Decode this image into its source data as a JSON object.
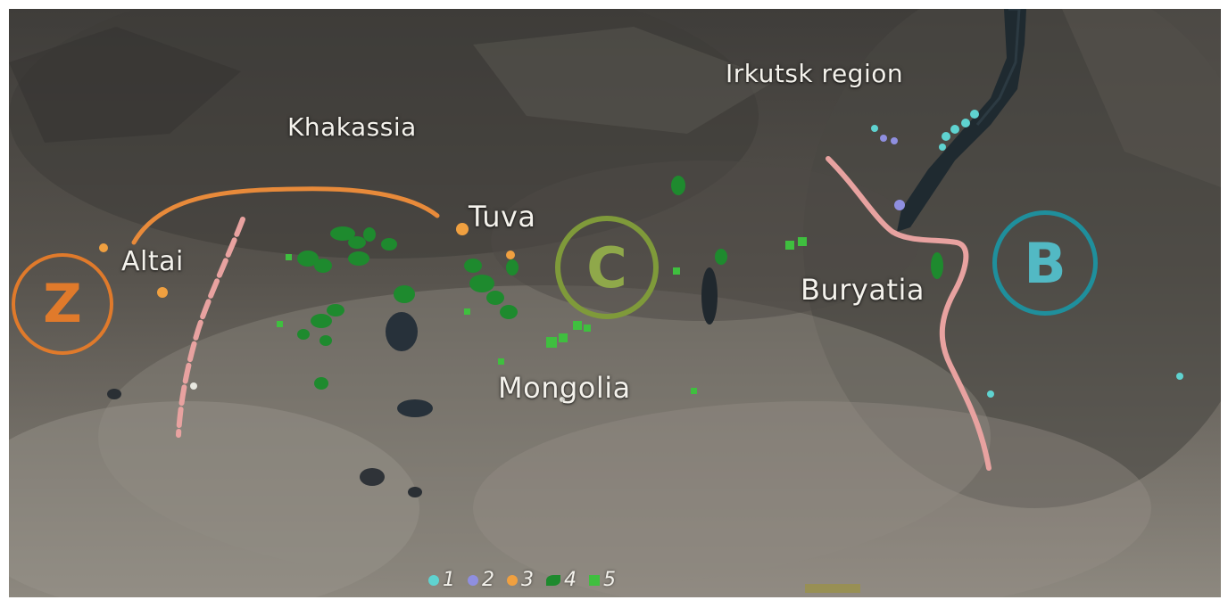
{
  "regions": {
    "irkutsk": "Irkutsk region",
    "khakassia": "Khakassia",
    "tuva": "Tuva",
    "altai": "Altai",
    "buryatia": "Buryatia",
    "mongolia": "Mongolia"
  },
  "badges": {
    "z": {
      "letter": "Z",
      "color": "#e07a2b"
    },
    "c": {
      "letter": "C",
      "color": "#7f9a3a"
    },
    "b": {
      "letter": "B",
      "color": "#3fa6b3"
    }
  },
  "legend": [
    {
      "label": "1",
      "color": "#5fd3d0",
      "icon": "circle-marker"
    },
    {
      "label": "2",
      "color": "#8f8fe0",
      "icon": "circle-marker"
    },
    {
      "label": "3",
      "color": "#f0a040",
      "icon": "circle-marker"
    },
    {
      "label": "4",
      "color": "#1e8a2e",
      "icon": "leaf-marker"
    },
    {
      "label": "5",
      "color": "#3fbf3f",
      "icon": "square-marker"
    }
  ],
  "colors": {
    "boundary_line": "#e8a2a0",
    "arc_line": "#e88a3a",
    "water": "#1f2a30"
  }
}
